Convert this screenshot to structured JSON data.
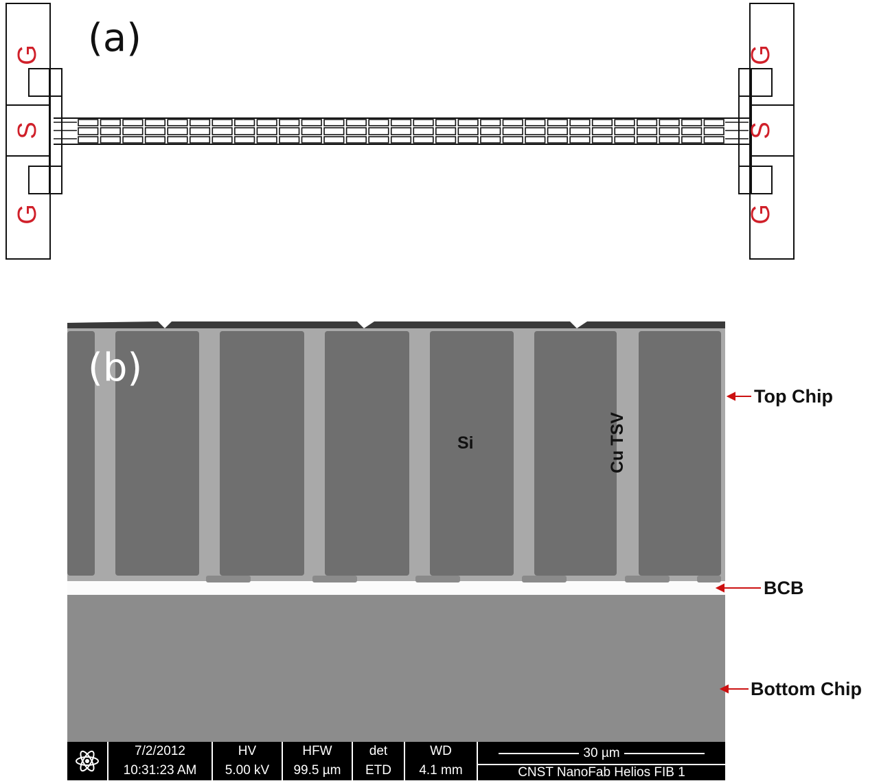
{
  "panel_a": {
    "label": "(a)",
    "pad_left": [
      "G",
      "S",
      "G"
    ],
    "pad_right": [
      "G",
      "S",
      "G"
    ],
    "pad_letter_color": "#d0202a"
  },
  "panel_b": {
    "label": "(b)",
    "si_label": "Si",
    "tsv_label": "Cu TSV",
    "annotations": {
      "top_chip": "Top Chip",
      "bcb": "BCB",
      "bottom_chip": "Bottom Chip"
    },
    "arrow_color": "#cc1111",
    "databar": {
      "date": "7/2/2012",
      "time": "10:31:23 AM",
      "hv_label": "HV",
      "hv_value": "5.00 kV",
      "hfw_label": "HFW",
      "hfw_value": "99.5 µm",
      "det_label": "det",
      "det_value": "ETD",
      "wd_label": "WD",
      "wd_value": "4.1 mm",
      "scale_label": "30 µm",
      "instrument": "CNST NanoFab Helios FIB 1"
    }
  }
}
